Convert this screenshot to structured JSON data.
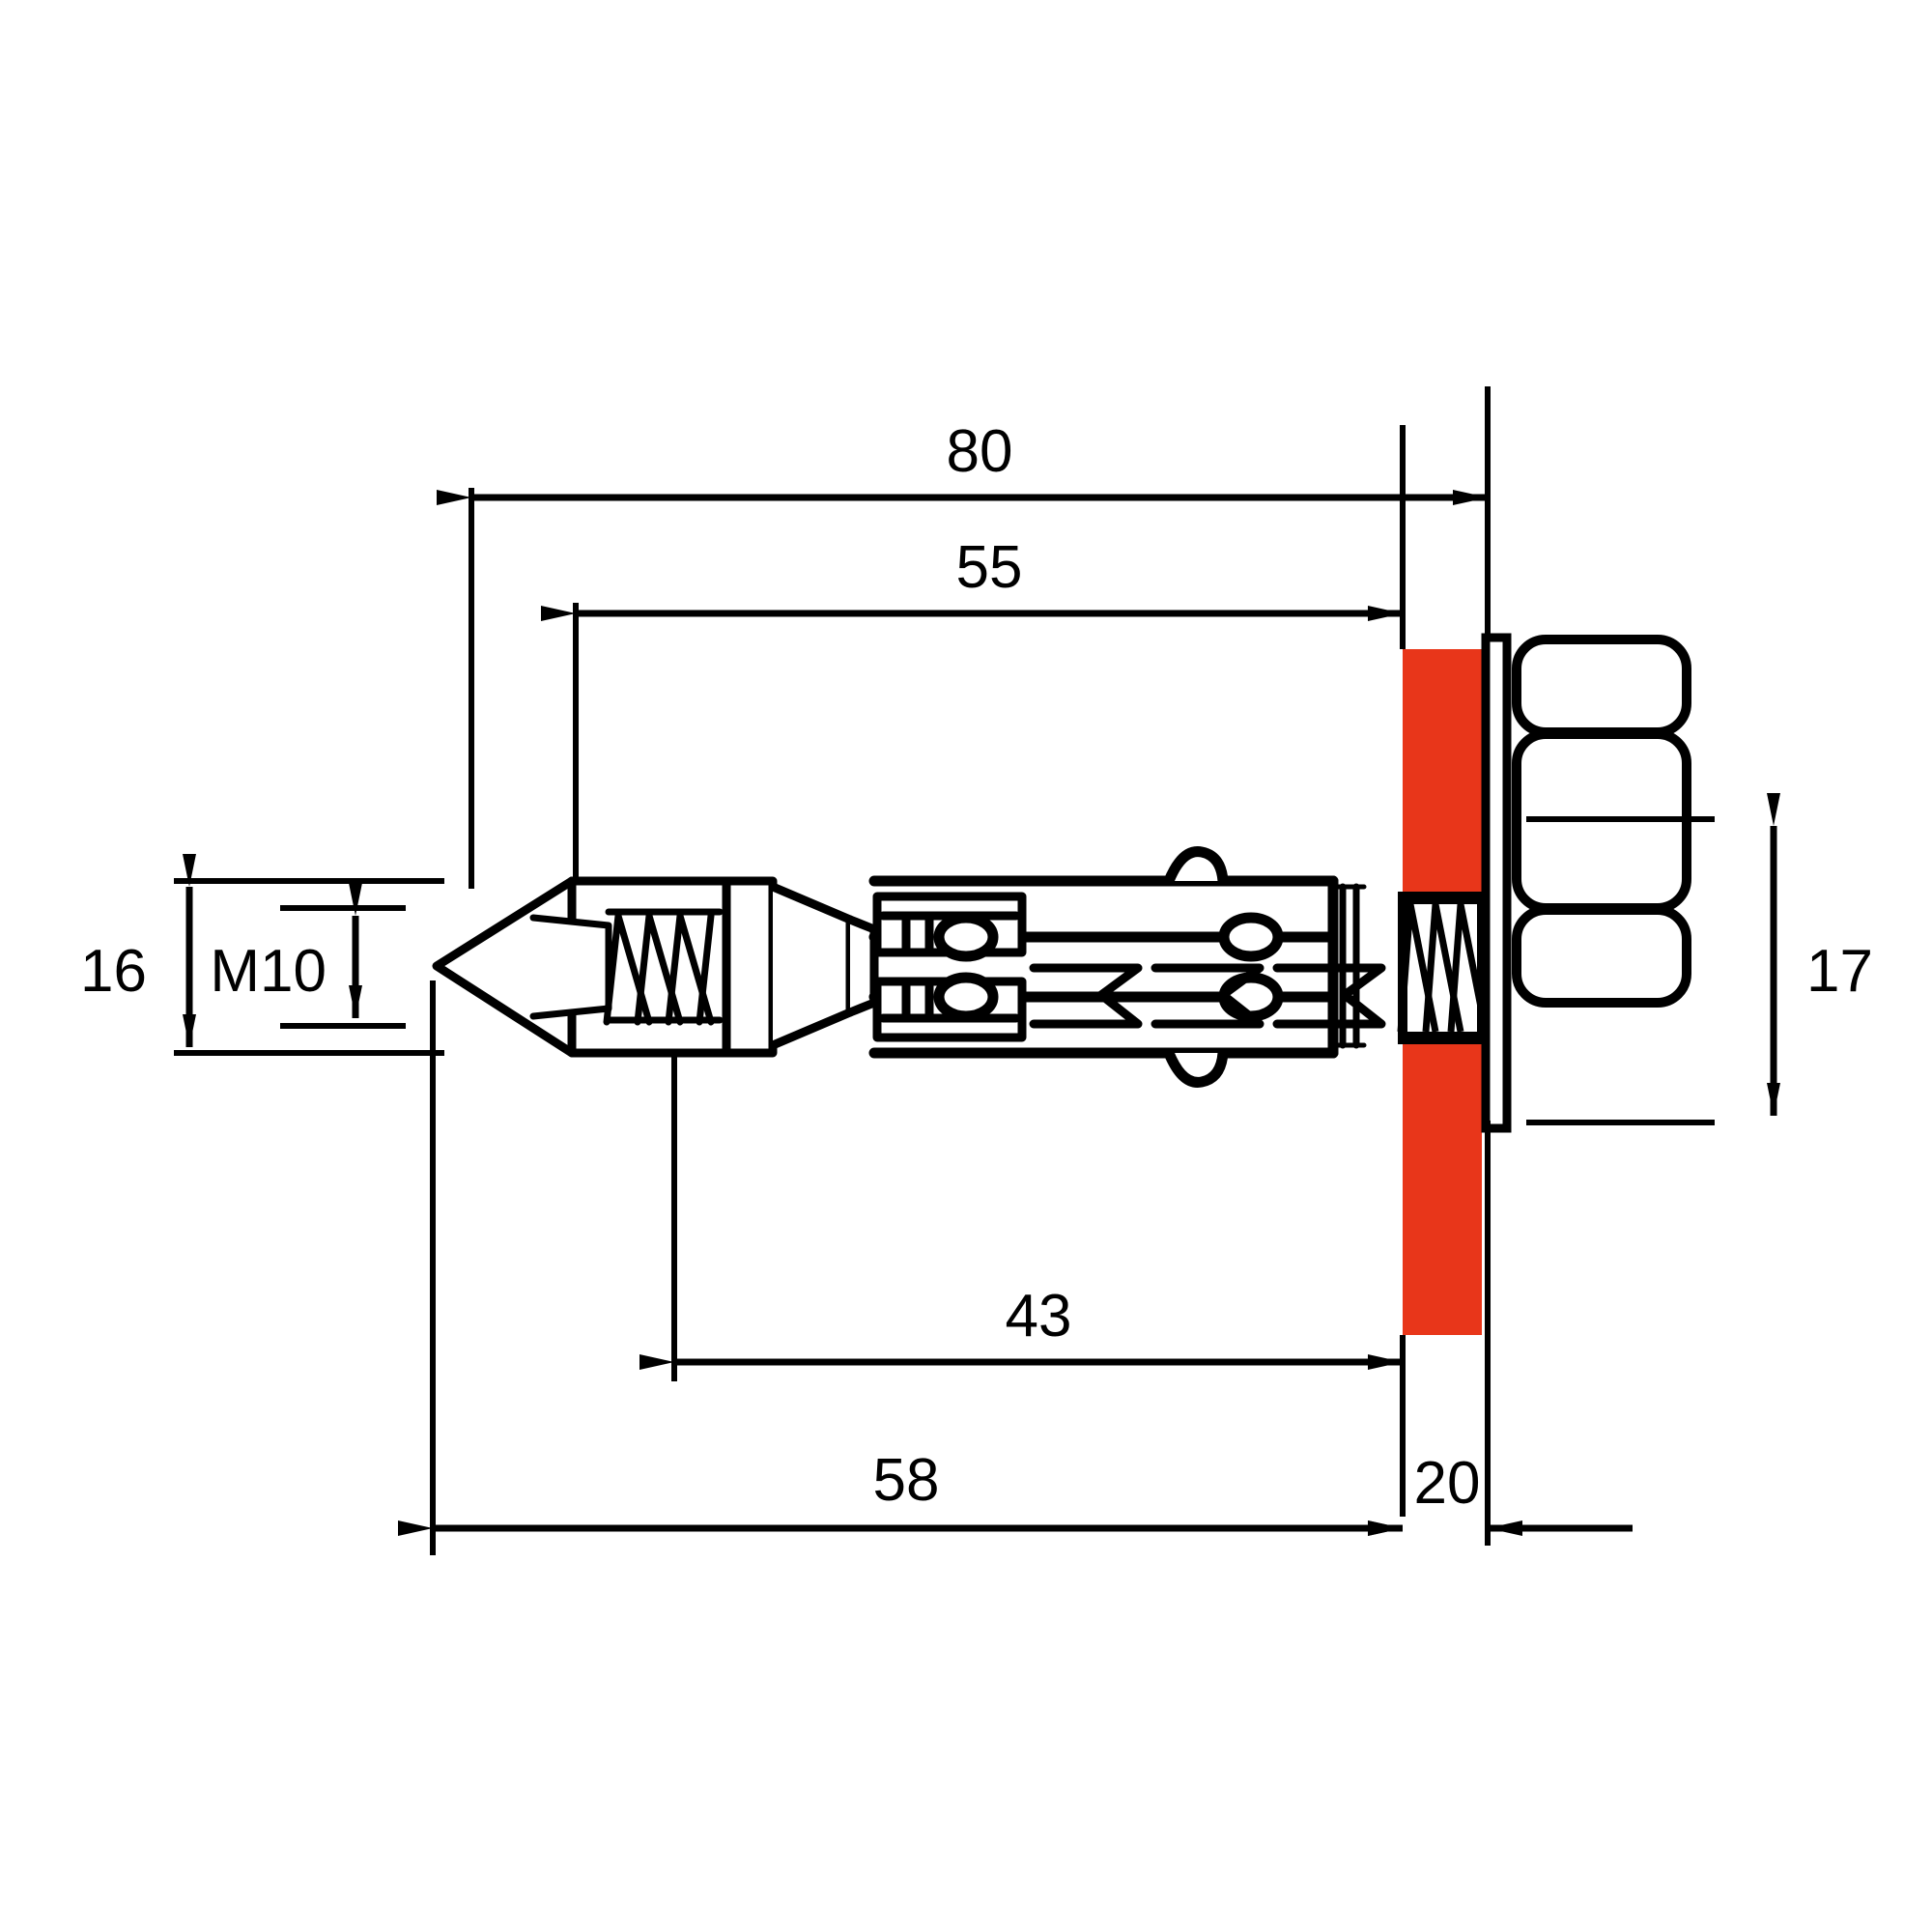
{
  "drawing": {
    "title": "Sleeve Anchor Bolt Technical Drawing",
    "type": "mechanical-part-2d-section-view",
    "background_color": "#ffffff",
    "line_color": "#000000",
    "accent_color": "#e8361a"
  },
  "dimensions": {
    "overall_length": "80",
    "sleeve_to_wall_face": "55",
    "sleeve_length": "43",
    "embedment_length": "58",
    "wall_thickness": "20",
    "sleeve_diameter": "16",
    "thread_spec": "M10",
    "hex_nut_across_flats": "17"
  },
  "dimension_lines": [
    {
      "id": "dim-80",
      "label": "80",
      "orientation": "horizontal",
      "position": "top"
    },
    {
      "id": "dim-55",
      "label": "55",
      "orientation": "horizontal",
      "position": "top"
    },
    {
      "id": "dim-43",
      "label": "43",
      "orientation": "horizontal",
      "position": "bottom"
    },
    {
      "id": "dim-58",
      "label": "58",
      "orientation": "horizontal",
      "position": "bottom"
    },
    {
      "id": "dim-20",
      "label": "20",
      "orientation": "horizontal",
      "position": "bottom"
    },
    {
      "id": "dim-16",
      "label": "16",
      "orientation": "vertical",
      "position": "left"
    },
    {
      "id": "dim-m10",
      "label": "M10",
      "orientation": "vertical",
      "position": "left"
    },
    {
      "id": "dim-17",
      "label": "17",
      "orientation": "vertical",
      "position": "right"
    }
  ],
  "components": [
    {
      "id": "cone-tip",
      "name": "expansion cone point"
    },
    {
      "id": "threaded-cone",
      "name": "internally threaded expander cone"
    },
    {
      "id": "expansion-sleeve",
      "name": "slotted expansion sleeve"
    },
    {
      "id": "bolt-shank",
      "name": "bolt shank"
    },
    {
      "id": "base-material",
      "name": "base material / concrete wall",
      "color": "#e8361a"
    },
    {
      "id": "flat-washer",
      "name": "flat washer"
    },
    {
      "id": "hex-nut",
      "name": "hexagon nut"
    },
    {
      "id": "bolt-thread",
      "name": "external thread M10"
    }
  ]
}
